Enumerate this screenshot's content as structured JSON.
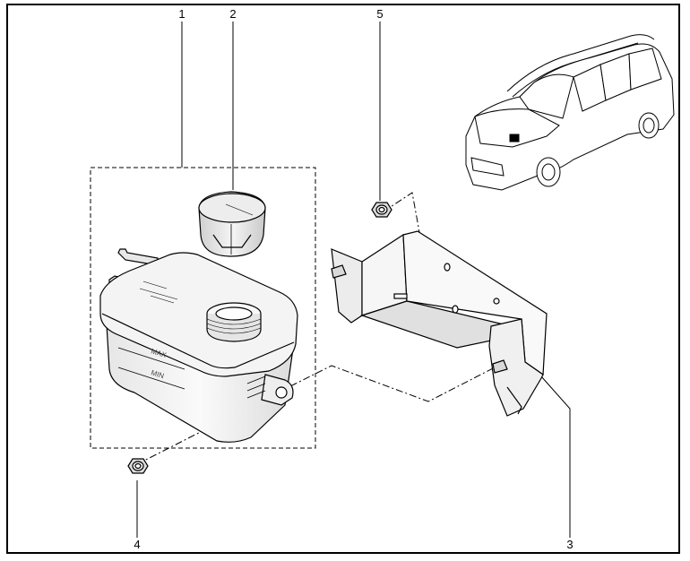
{
  "diagram": {
    "callouts": [
      {
        "id": "1",
        "label": "1"
      },
      {
        "id": "2",
        "label": "2"
      },
      {
        "id": "3",
        "label": "3"
      },
      {
        "id": "4",
        "label": "4"
      },
      {
        "id": "5",
        "label": "5"
      }
    ],
    "reservoir_markings": {
      "max": "MAX",
      "min": "MIN"
    },
    "colors": {
      "line": "#000000",
      "part_fill": "#f2f2f2",
      "shade": "#d6d6d6",
      "background": "#ffffff"
    }
  }
}
